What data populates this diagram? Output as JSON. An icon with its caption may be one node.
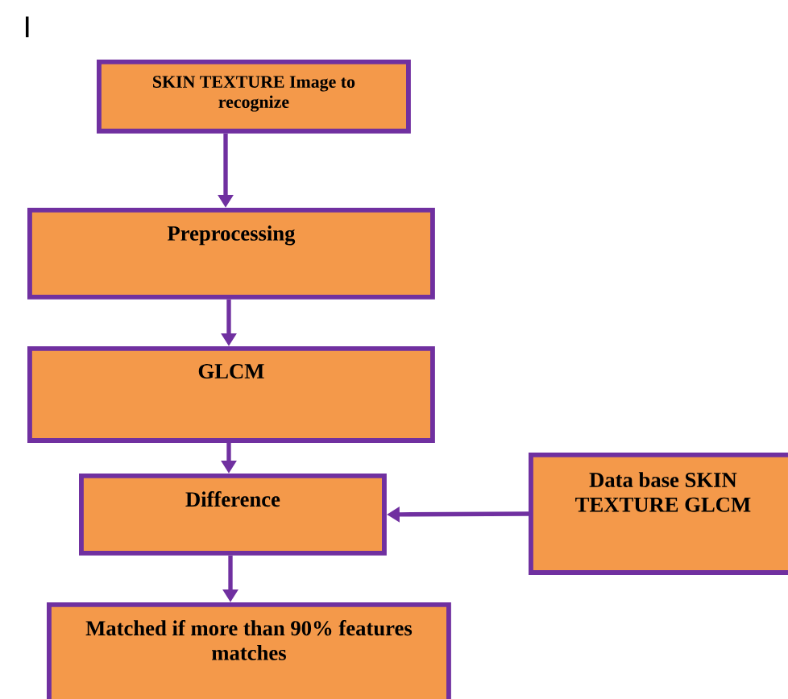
{
  "diagram": {
    "nodes": [
      {
        "text": [
          "SKIN TEXTURE Image to recognize"
        ]
      },
      {
        "text": [
          "Preprocessing"
        ]
      },
      {
        "text": [
          "GLCM"
        ]
      },
      {
        "text": [
          "Difference"
        ]
      },
      {
        "text": [
          "Matched if more than 90% features matches"
        ]
      },
      {
        "text": [
          "Data base SKIN TEXTURE GLCM"
        ]
      }
    ],
    "edges": [
      {
        "from": 0,
        "to": 1,
        "arrow": "to"
      },
      {
        "from": 1,
        "to": 2,
        "arrow": "to"
      },
      {
        "from": 2,
        "to": 3,
        "arrow": "to"
      },
      {
        "from": 5,
        "to": 3,
        "arrow": "to"
      },
      {
        "from": 3,
        "to": 4,
        "arrow": "to"
      }
    ],
    "labels": [
      "I"
    ]
  }
}
